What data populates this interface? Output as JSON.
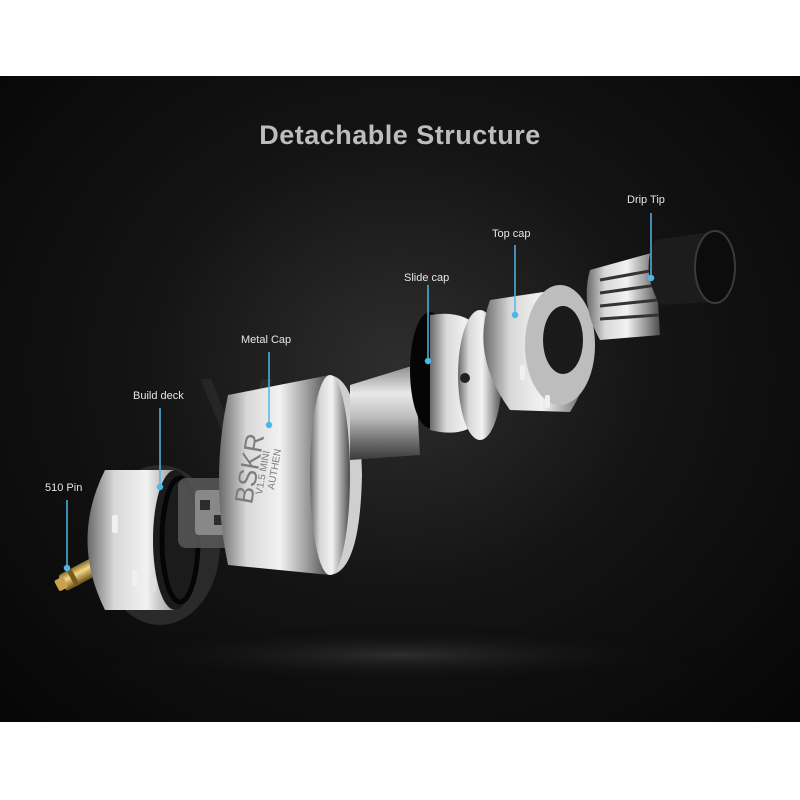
{
  "title": "Detachable Structure",
  "parts": {
    "drip_tip": "Drip Tip",
    "top_cap": "Top cap",
    "slide_cap": "Slide cap",
    "metal_cap": "Metal Cap",
    "build_deck": "Build deck",
    "pin_510": "510 Pin"
  },
  "engraving": {
    "brand": "BSKR",
    "line1": "V1.5 MINI",
    "line2": "AUTHEN"
  },
  "colors": {
    "leader_line": "#4fb6e8",
    "background": "#111111",
    "steel": "#c8c8c8"
  }
}
